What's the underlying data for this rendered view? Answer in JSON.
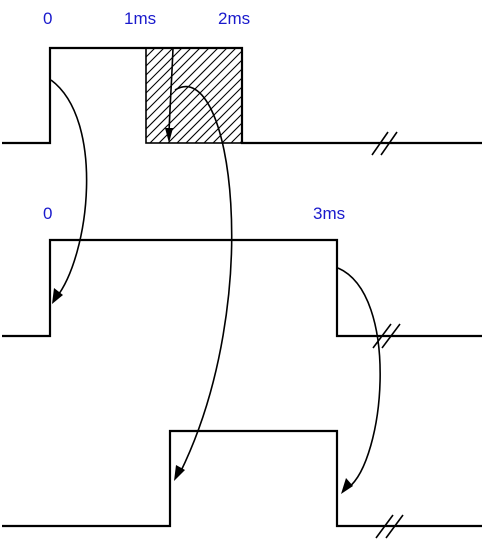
{
  "labels": {
    "top_zero": "0",
    "top_1ms": "1ms",
    "top_2ms": "2ms",
    "mid_zero": "0",
    "mid_3ms": "3ms"
  },
  "colors": {
    "label_text": "#1a1acc",
    "line": "#000000",
    "background": "#ffffff"
  }
}
